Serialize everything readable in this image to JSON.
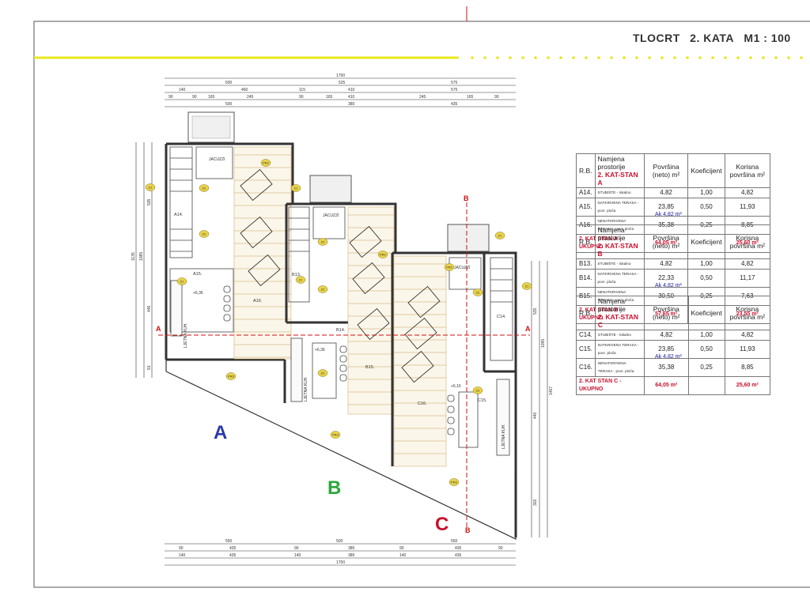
{
  "header": {
    "title": "TLOCRT",
    "floor": "2. KATA",
    "scale": "M1 : 100"
  },
  "units": {
    "a": "A",
    "b": "B",
    "c": "C"
  },
  "colors": {
    "accent_line": "#e8e81c",
    "unit_a": "#2a3aa8",
    "unit_b": "#2aa83a",
    "unit_c": "#c8102e",
    "wall": "#333333",
    "wood": "#c8a15a",
    "section_line": "#d01010",
    "badge": "#e8d24a"
  },
  "plan": {
    "dim_top_total": "1700",
    "dim_top_row2": [
      "600",
      "525",
      "575"
    ],
    "dim_top_row3": [
      "140",
      "460",
      "115",
      "410",
      "575"
    ],
    "dim_top_row4": [
      "90",
      "90",
      "165",
      "245",
      "90",
      "165",
      "410",
      "245",
      "165",
      "90"
    ],
    "dim_top_row5": [
      "500",
      "380",
      "435"
    ],
    "dim_bottom_row1": [
      "550",
      "500",
      "550"
    ],
    "dim_bottom_row2": [
      "90",
      "435",
      "90",
      "385",
      "90",
      "435",
      "90"
    ],
    "dim_bottom_row3": [
      "140",
      "435",
      "140",
      "385",
      "140",
      "435"
    ],
    "dim_bottom_total": "1700",
    "dim_left": [
      "1135",
      "1085",
      "535",
      "445",
      "91"
    ],
    "dim_right": [
      "535",
      "1095",
      "1467",
      "440",
      "302"
    ],
    "section_a_left": "A",
    "section_a_right": "A",
    "section_b_top": "B",
    "section_b_bottom": "B",
    "room_labels": [
      "A14.",
      "A15.",
      "A16.",
      "B13.",
      "B14.",
      "B15.",
      "C14.",
      "C15.",
      "C16."
    ],
    "jacuzzi": "JACUZZI",
    "summer_kitchen": "LJETNA KUH.",
    "levels": [
      "+6,36",
      "+6,36",
      "+6,16"
    ],
    "badges": [
      "Z1",
      "Z2",
      "PR2",
      "PR3"
    ]
  },
  "tables": [
    {
      "header": {
        "rb": "R.B.",
        "name": "Namjena prostorije",
        "subtitle": "2. KAT-STAN A",
        "area": "Površina (neto) m²",
        "coef": "Koeficijent",
        "useful": "Korisna površina m²"
      },
      "rows": [
        {
          "rb": "A14.",
          "name": "STUBIŠTE - lokalno",
          "area": "4,82",
          "coef": "1,00",
          "useful": "4,82"
        },
        {
          "rb": "A15.",
          "name": "NATKRIVENA TERASA - povr. ploča",
          "area": "23,85",
          "coef": "0,50",
          "useful": "11,93"
        },
        {
          "rb": "A16.",
          "name": "NENATKRIVENA TERASA - povr. ploča",
          "area": "35,38",
          "coef": "0,25",
          "useful": "8,85"
        }
      ],
      "total": {
        "label": "2. KAT STAN A - UKUPNO",
        "area": "64,05 m²",
        "useful": "25,60 m²"
      },
      "ak": "Ak 4,82 m²"
    },
    {
      "header": {
        "rb": "R.B.",
        "name": "Namjena prostorije",
        "subtitle": "2. KAT-STAN B",
        "area": "Površina (neto) m²",
        "coef": "Koeficijent",
        "useful": "Korisna površina m²"
      },
      "rows": [
        {
          "rb": "B13.",
          "name": "STUBIŠTE - lokalno",
          "area": "4,82",
          "coef": "1,00",
          "useful": "4,82"
        },
        {
          "rb": "B14.",
          "name": "NATKRIVENA TERASA - povr. ploča",
          "area": "22,33",
          "coef": "0,50",
          "useful": "11,17"
        },
        {
          "rb": "B15.",
          "name": "NENATKRIVENA TERASA - povr. ploča",
          "area": "30,50",
          "coef": "0,25",
          "useful": "7,63"
        }
      ],
      "total": {
        "label": "2. KAT STAN B - UKUPNO",
        "area": "57,65 m²",
        "useful": "23,55 m²"
      },
      "ak": "Ak 4,82 m²"
    },
    {
      "header": {
        "rb": "R.B.",
        "name": "Namjena prostorije",
        "subtitle": "2. KAT-STAN C",
        "area": "Površina (neto) m²",
        "coef": "Koeficijent",
        "useful": "Korisna površina m²"
      },
      "rows": [
        {
          "rb": "C14.",
          "name": "STUBIŠTE - lokalno",
          "area": "4,82",
          "coef": "1,00",
          "useful": "4,82"
        },
        {
          "rb": "C15.",
          "name": "NATKRIVENA TERASA - povr. ploča",
          "area": "23,85",
          "coef": "0,50",
          "useful": "11,93"
        },
        {
          "rb": "C16.",
          "name": "NENATKRIVENA TERASA - povr. ploča",
          "area": "35,38",
          "coef": "0,25",
          "useful": "8,85"
        }
      ],
      "total": {
        "label": "2. KAT STAN C - UKUPNO",
        "area": "64,05 m²",
        "useful": "25,60 m²"
      },
      "ak": "Ak 4,82 m²"
    }
  ]
}
